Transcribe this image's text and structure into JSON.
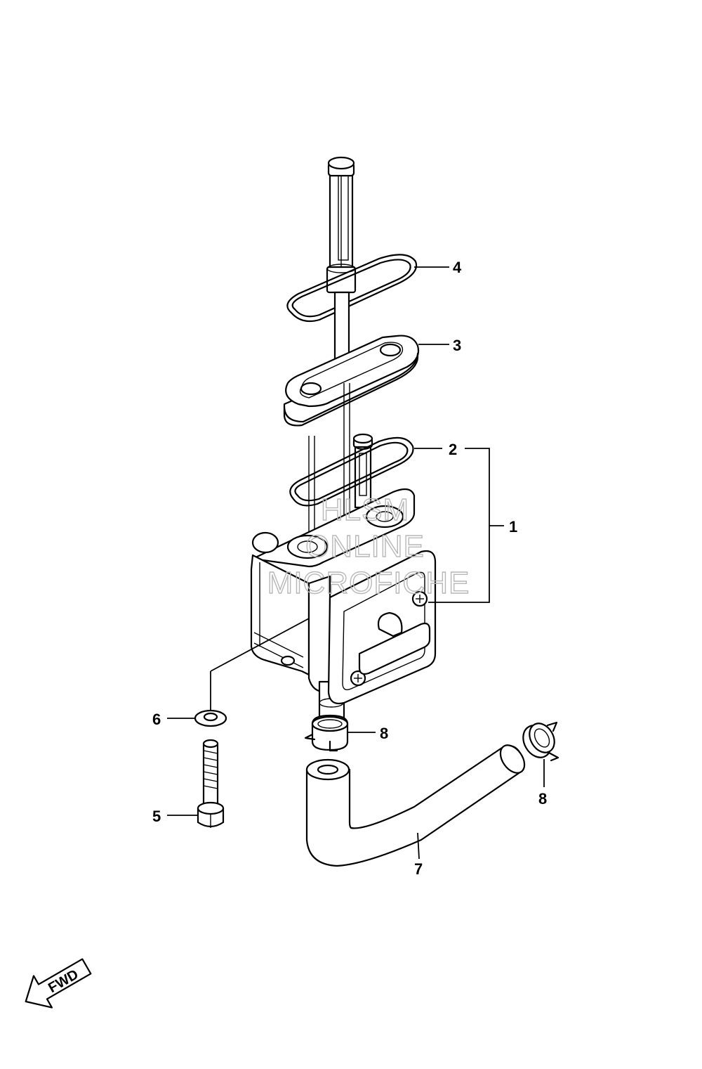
{
  "callouts": {
    "c1": "1",
    "c2": "2",
    "c3": "3",
    "c4": "4",
    "c5": "5",
    "c6": "6",
    "c7": "7",
    "c8a": "8",
    "c8b": "8"
  },
  "watermark": {
    "line1": "HLSM",
    "line2": "ONLINE",
    "line3": "MICROFICHE"
  },
  "direction_arrow": {
    "label": "FWD"
  },
  "colors": {
    "line": "#000000",
    "background": "#ffffff",
    "watermark": "#b8b8b8"
  }
}
